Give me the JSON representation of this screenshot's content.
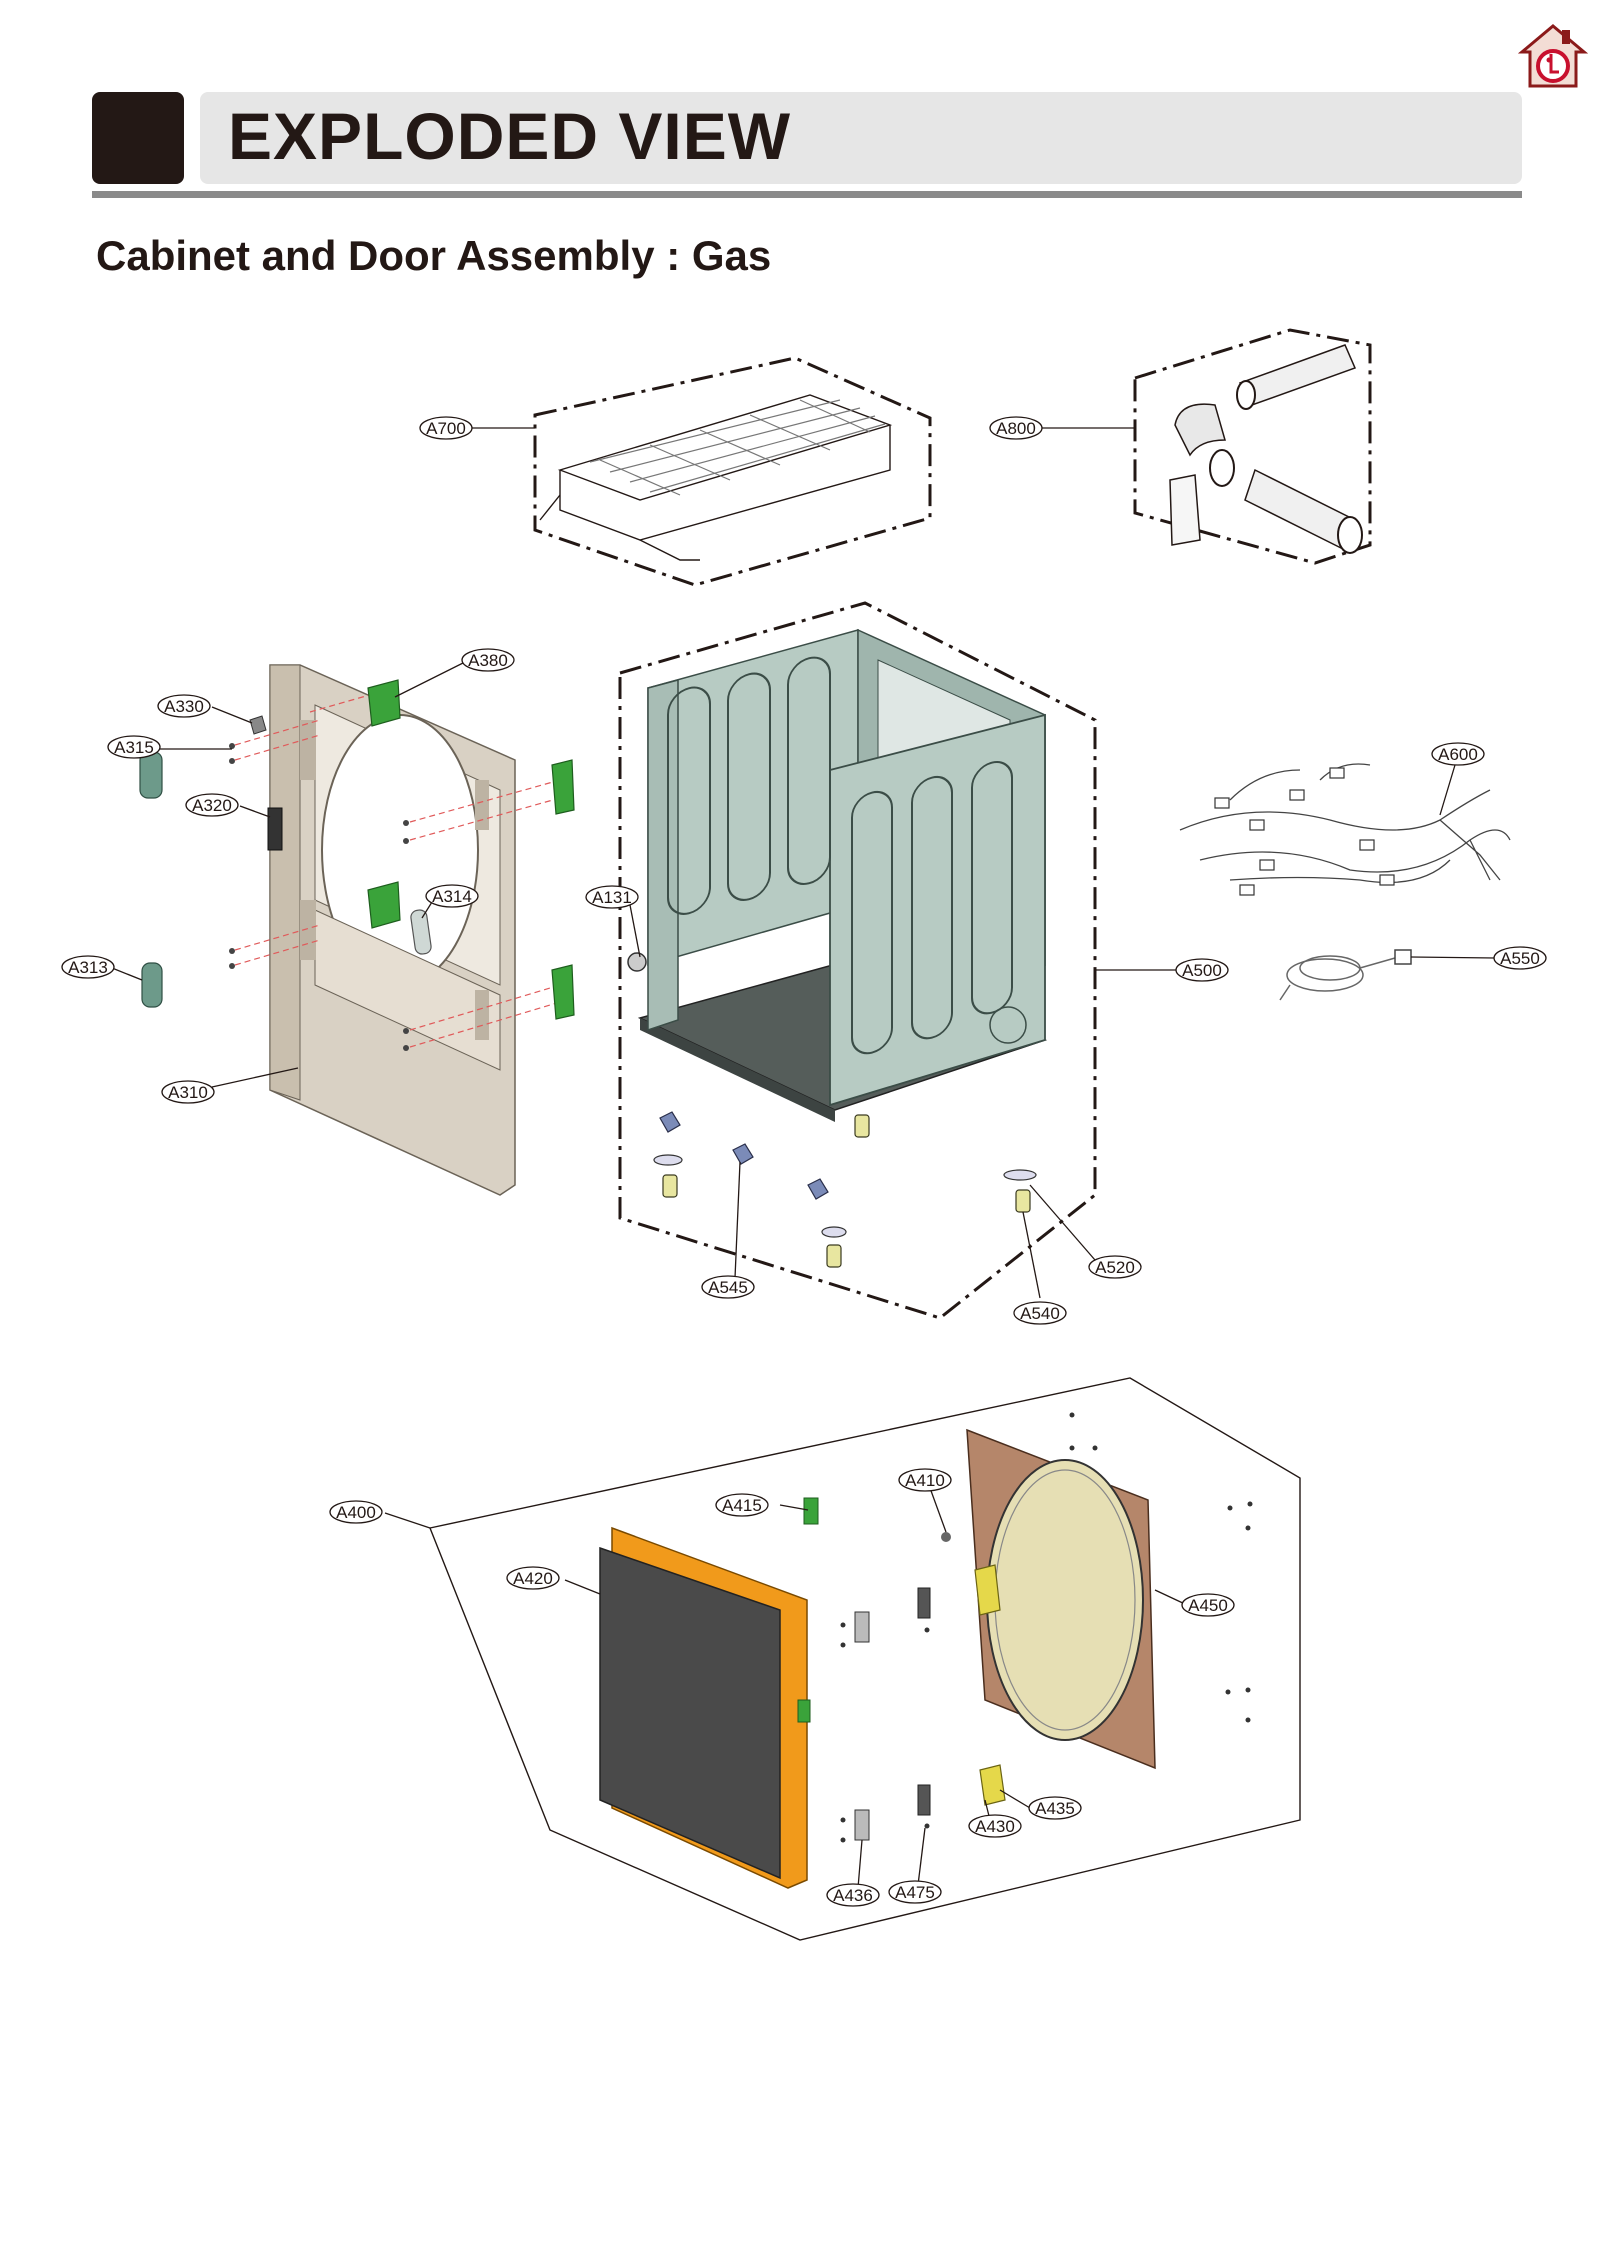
{
  "header": {
    "title": "EXPLODED VIEW",
    "subtitle": "Cabinet and Door Assembly : Gas"
  },
  "brand": {
    "logo": "LG",
    "home_icon": "home-icon"
  },
  "colors": {
    "header_block": "#231815",
    "header_bar": "#e6e6e6",
    "cabinet": "#b7cbc3",
    "door_frame": "#f19a1b",
    "door_glass": "#4a4a4a",
    "inner_door": "#b5866a",
    "bracket_green": "#3aa33a",
    "front_panel": "#d9d1c4"
  },
  "callouts": {
    "A700": "A700",
    "A800": "A800",
    "A380": "A380",
    "A330": "A330",
    "A315": "A315",
    "A320": "A320",
    "A314": "A314",
    "A313": "A313",
    "A310": "A310",
    "A131": "A131",
    "A500": "A500",
    "A600": "A600",
    "A550": "A550",
    "A545": "A545",
    "A520": "A520",
    "A540": "A540",
    "A400": "A400",
    "A410": "A410",
    "A415": "A415",
    "A420": "A420",
    "A450": "A450",
    "A435": "A435",
    "A430": "A430",
    "A436": "A436",
    "A475": "A475"
  }
}
